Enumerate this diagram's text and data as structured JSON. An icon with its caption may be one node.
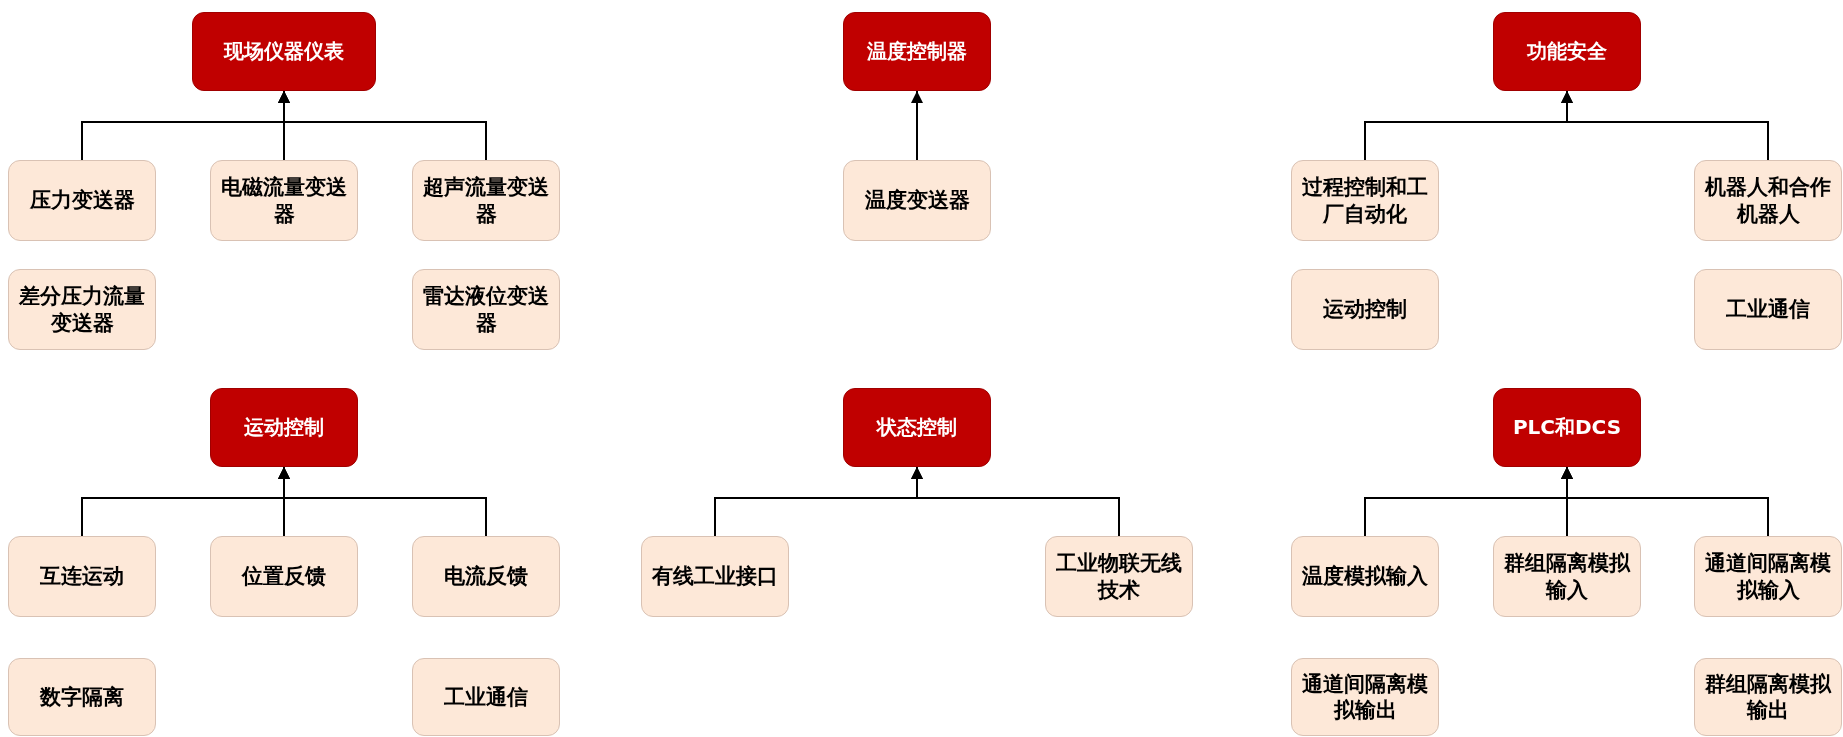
{
  "diagram": {
    "nodes": [
      {
        "text": [
          "现场仪器仪表"
        ]
      },
      {
        "text": [
          "压力变送器"
        ]
      },
      {
        "text": [
          "电磁流量变送器"
        ]
      },
      {
        "text": [
          "超声流量变送器"
        ]
      },
      {
        "text": [
          "差分压力流量变送器"
        ]
      },
      {
        "text": [
          "雷达液位变送器"
        ]
      },
      {
        "text": [
          "温度控制器"
        ]
      },
      {
        "text": [
          "温度变送器"
        ]
      },
      {
        "text": [
          "功能安全"
        ]
      },
      {
        "text": [
          "过程控制和工厂自动化"
        ]
      },
      {
        "text": [
          "机器人和合作机器人"
        ]
      },
      {
        "text": [
          "运动控制"
        ]
      },
      {
        "text": [
          "工业通信"
        ]
      },
      {
        "text": [
          "运动控制"
        ]
      },
      {
        "text": [
          "互连运动"
        ]
      },
      {
        "text": [
          "位置反馈"
        ]
      },
      {
        "text": [
          "电流反馈"
        ]
      },
      {
        "text": [
          "数字隔离"
        ]
      },
      {
        "text": [
          "工业通信"
        ]
      },
      {
        "text": [
          "状态控制"
        ]
      },
      {
        "text": [
          "有线工业接口"
        ]
      },
      {
        "text": [
          "工业物联无线技术"
        ]
      },
      {
        "text": [
          "PLC和DCS"
        ]
      },
      {
        "text": [
          "温度模拟输入"
        ]
      },
      {
        "text": [
          "群组隔离模拟输入"
        ]
      },
      {
        "text": [
          "通道间隔离模拟输入"
        ]
      },
      {
        "text": [
          "通道间隔离模拟输出"
        ]
      },
      {
        "text": [
          "群组隔离模拟输出"
        ]
      }
    ],
    "edges": [
      {
        "from": 1,
        "to": 0,
        "arrow": "to"
      },
      {
        "from": 2,
        "to": 0,
        "arrow": "to"
      },
      {
        "from": 3,
        "to": 0,
        "arrow": "to"
      },
      {
        "from": 7,
        "to": 6,
        "arrow": "to"
      },
      {
        "from": 9,
        "to": 8,
        "arrow": "to"
      },
      {
        "from": 10,
        "to": 8,
        "arrow": "to"
      },
      {
        "from": 14,
        "to": 13,
        "arrow": "to"
      },
      {
        "from": 15,
        "to": 13,
        "arrow": "to"
      },
      {
        "from": 16,
        "to": 13,
        "arrow": "to"
      },
      {
        "from": 20,
        "to": 19,
        "arrow": "to"
      },
      {
        "from": 21,
        "to": 19,
        "arrow": "to"
      },
      {
        "from": 23,
        "to": 22,
        "arrow": "to"
      },
      {
        "from": 24,
        "to": 22,
        "arrow": "to"
      },
      {
        "from": 25,
        "to": 22,
        "arrow": "to"
      }
    ]
  }
}
